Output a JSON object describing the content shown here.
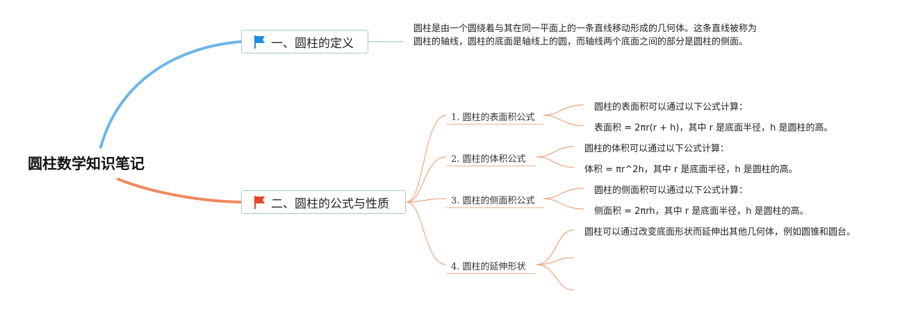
{
  "root": {
    "title": "圆柱数学知识笔记"
  },
  "branches": [
    {
      "label": "一、圆柱的定义",
      "flag_color": "#1a8fe3",
      "line_color": "#6cb6e8",
      "description": "圆柱是由一个圆绕着与其在同一平面上的一条直线移动形成的几何体。这条直线被称为圆柱的轴线，圆柱的底面是轴线上的圆，而轴线两个底面之间的部分是圆柱的侧面。"
    },
    {
      "label": "二、圆柱的公式与性质",
      "flag_color": "#e8452c",
      "line_color": "#f0895f",
      "subtopics": [
        {
          "label": "1. 圆柱的表面积公式",
          "leaves": [
            "圆柱的表面积可以通过以下公式计算：",
            "表面积 = 2πr(r + h)，其中 r 是底面半径，h 是圆柱的高。"
          ]
        },
        {
          "label": "2. 圆柱的体积公式",
          "leaves": [
            "圆柱的体积可以通过以下公式计算：",
            "体积 = πr^2h，其中 r 是底面半径，h 是圆柱的高。"
          ]
        },
        {
          "label": "3. 圆柱的侧面积公式",
          "leaves": [
            "圆柱的侧面积可以通过以下公式计算：",
            "侧面积 = 2πrh，其中 r 是底面半径，h 是圆柱的高。"
          ]
        },
        {
          "label": "4. 圆柱的延伸形状",
          "leaves": [
            "圆柱可以通过改变底面形状而延伸出其他几何体，例如圆锥和圆台。",
            "",
            ""
          ]
        }
      ]
    }
  ],
  "colors": {
    "topic_border": "#a7c9c4",
    "sub_line": "#f0a57c"
  }
}
